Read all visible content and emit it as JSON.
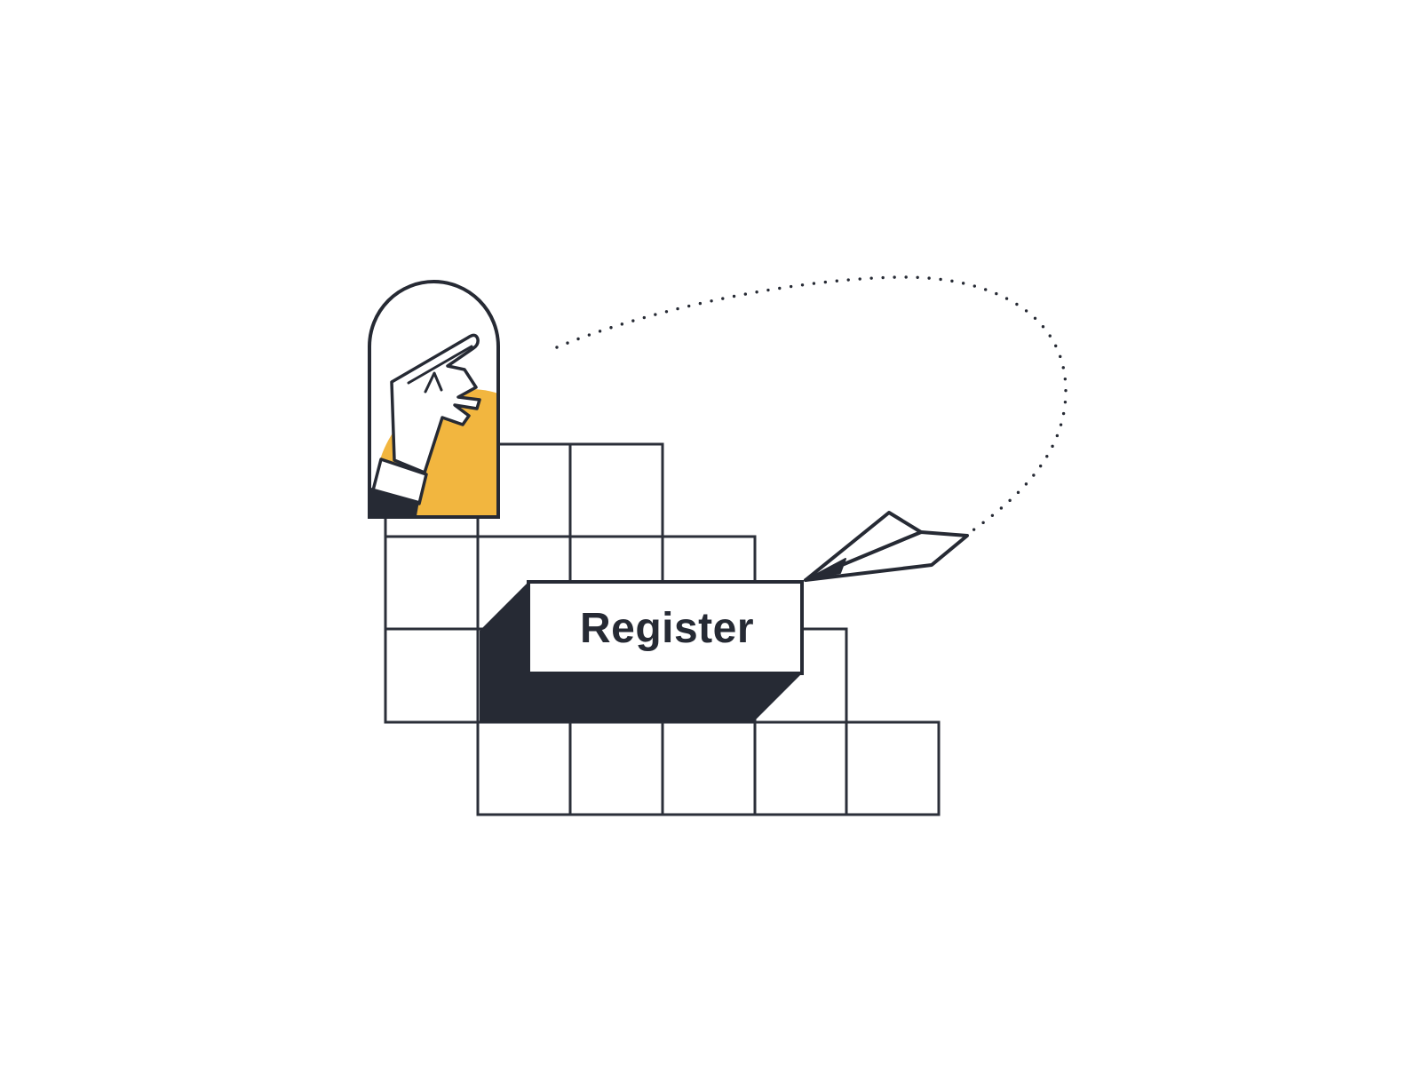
{
  "page": {
    "title": "Register illustration",
    "background": "#ffffff"
  },
  "button": {
    "label": "Register"
  },
  "colors": {
    "dark": "#262a34",
    "grid_line": "#2b2f39",
    "accent_yellow": "#f2b63f",
    "white": "#ffffff"
  },
  "illustration": {
    "icons": [
      "pointing-hand-icon",
      "paper-plane-icon",
      "dotted-flight-path-icon",
      "arched-window",
      "stair-blocks-grid"
    ]
  }
}
